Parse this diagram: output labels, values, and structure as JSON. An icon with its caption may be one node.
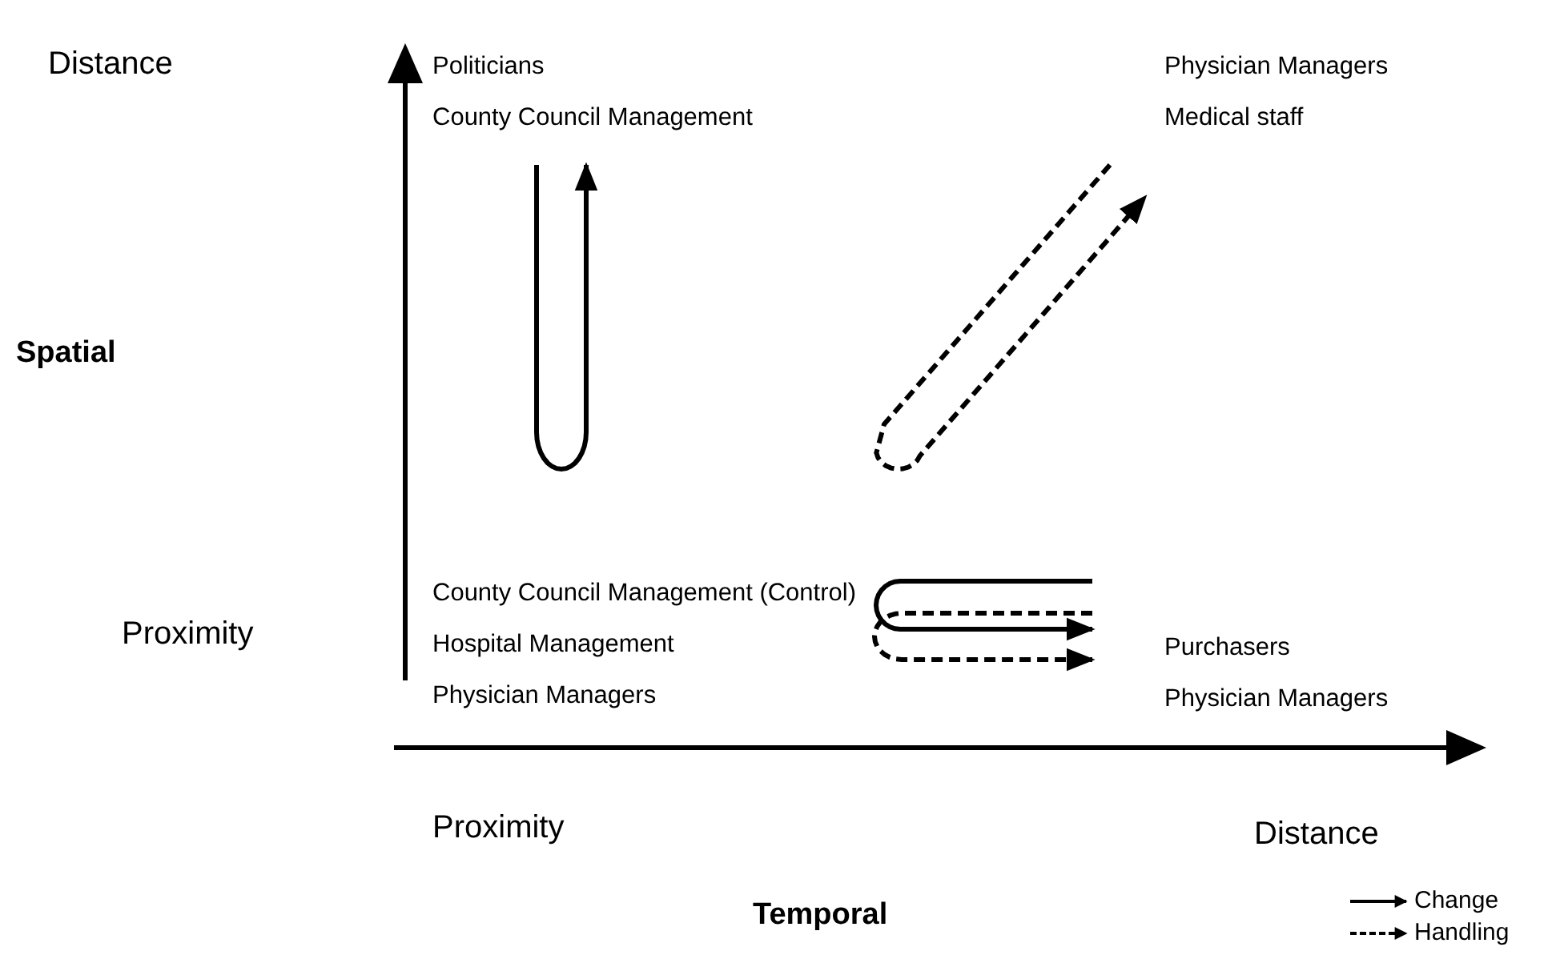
{
  "diagram": {
    "nodes": [
      {
        "text": [
          "Politicians",
          "County Council Management"
        ]
      },
      {
        "text": [
          "Physician Managers",
          "Medical staff"
        ]
      },
      {
        "text": [
          "County Council Management (Control)",
          "Hospital Management",
          "Physician Managers"
        ]
      },
      {
        "text": [
          "Purchasers",
          "Physician Managers"
        ]
      }
    ],
    "edges": [
      {
        "from": null,
        "to": 0,
        "arrow": "to"
      },
      {
        "from": null,
        "to": 1,
        "arrow": "to",
        "style": "dashed"
      },
      {
        "from": null,
        "to": 3,
        "arrow": "to"
      },
      {
        "from": null,
        "to": 3,
        "arrow": "to",
        "style": "dashed"
      }
    ],
    "labels": [
      "Distance",
      "Spatial",
      "Proximity",
      "Proximity",
      "Distance",
      "Temporal"
    ],
    "legend": [
      {
        "text": "Change"
      },
      {
        "text": "Handling"
      }
    ]
  }
}
